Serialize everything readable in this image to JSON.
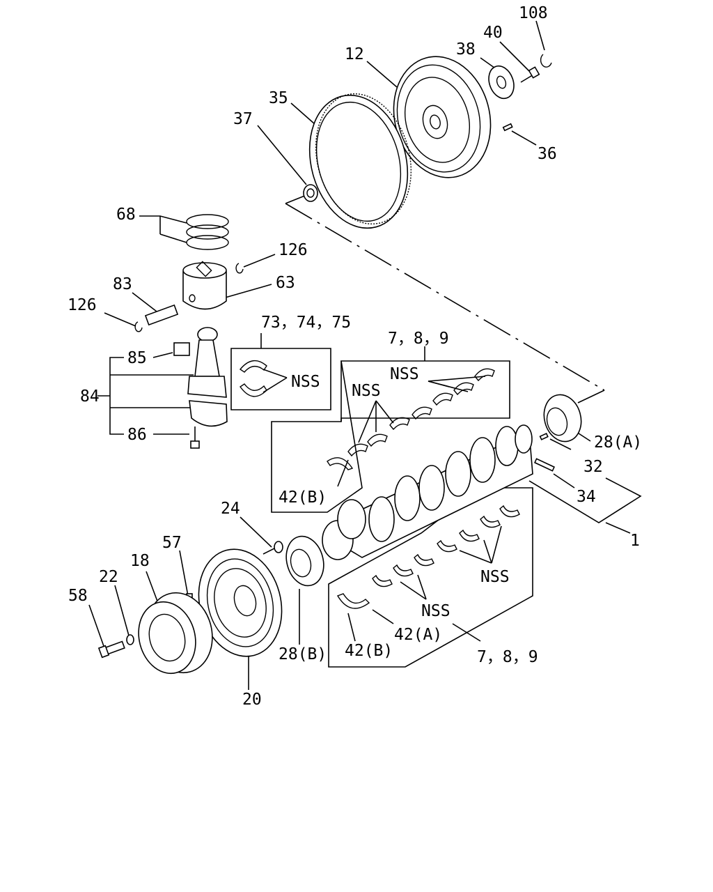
{
  "labels": {
    "l108": "108",
    "l40": "40",
    "l38": "38",
    "l12": "12",
    "l35": "35",
    "l37": "37",
    "l36": "36",
    "l68": "68",
    "l126a": "126",
    "l63": "63",
    "l83": "83",
    "l126b": "126",
    "l737475": "73，74，75",
    "l789a": "7，8，9",
    "l85": "85",
    "l84": "84",
    "l86": "86",
    "lnss_con": "NSS",
    "lnss_top": "NSS",
    "lnss_left": "NSS",
    "l28a": "28(A)",
    "l32": "32",
    "l34": "34",
    "l42b_up": "42(B)",
    "l1": "1",
    "l24": "24",
    "l57": "57",
    "l18": "18",
    "l22": "22",
    "l58": "58",
    "lnss_bot_r": "NSS",
    "lnss_bot": "NSS",
    "l42a": "42(A)",
    "l42b_low": "42(B)",
    "l28b": "28(B)",
    "l789b": "7，8，9",
    "l20": "20"
  }
}
